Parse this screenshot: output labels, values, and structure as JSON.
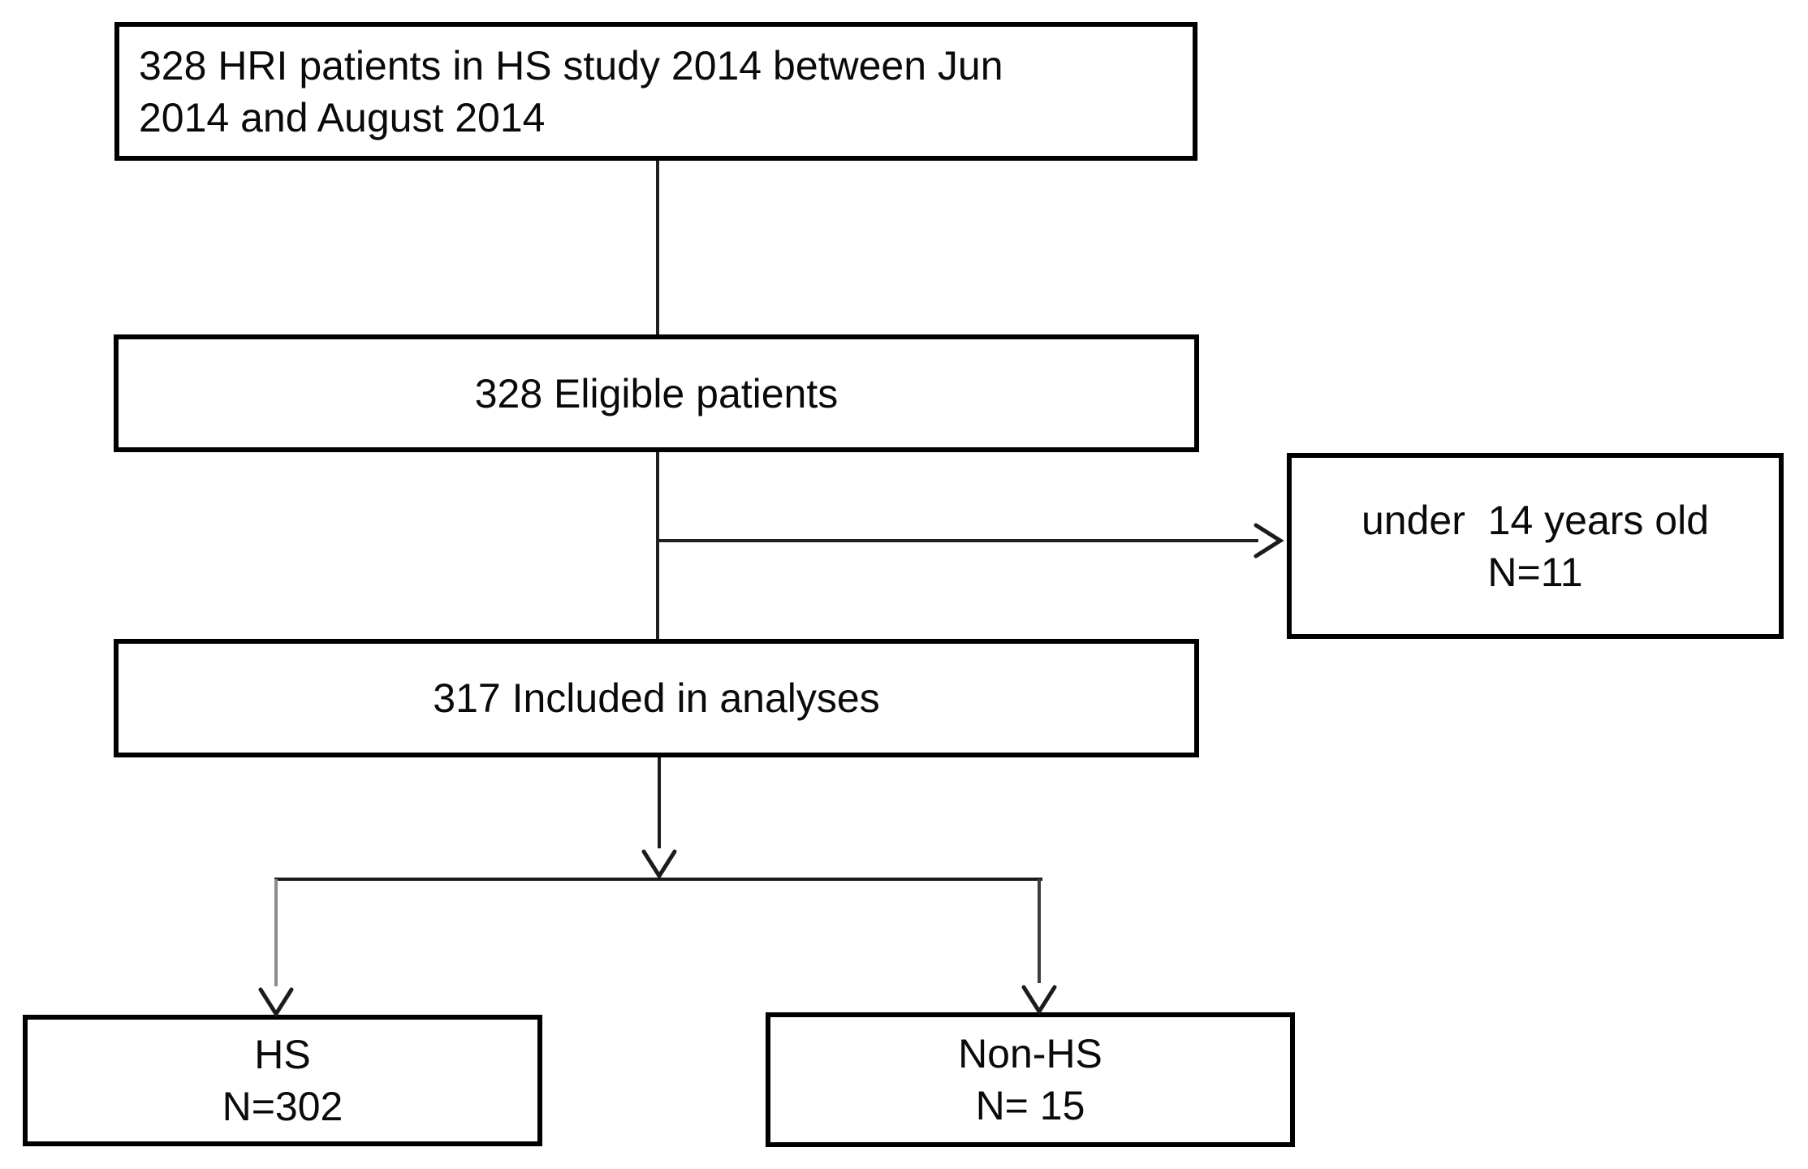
{
  "figure": {
    "type": "patient-flow-diagram",
    "background_color": "#ffffff",
    "box_border_color": "#000000",
    "text_color": "#0a0a0a",
    "connector_color": "#212121"
  },
  "nodes": {
    "enrolled": {
      "line1": "328 HRI patients in HS study 2014 between Jun",
      "line2": "2014 and August 2014",
      "n": 328
    },
    "eligible": {
      "label": "328 Eligible patients",
      "n": 328
    },
    "excluded": {
      "line1": "under  14 years old",
      "line2": "N=11",
      "n": 11
    },
    "included": {
      "label": "317 Included in analyses",
      "n": 317
    },
    "hs_group": {
      "line1": "HS",
      "line2": "N=302",
      "n": 302
    },
    "non_hs_group": {
      "line1": "Non-HS",
      "line2": "N= 15",
      "n": 15
    }
  }
}
